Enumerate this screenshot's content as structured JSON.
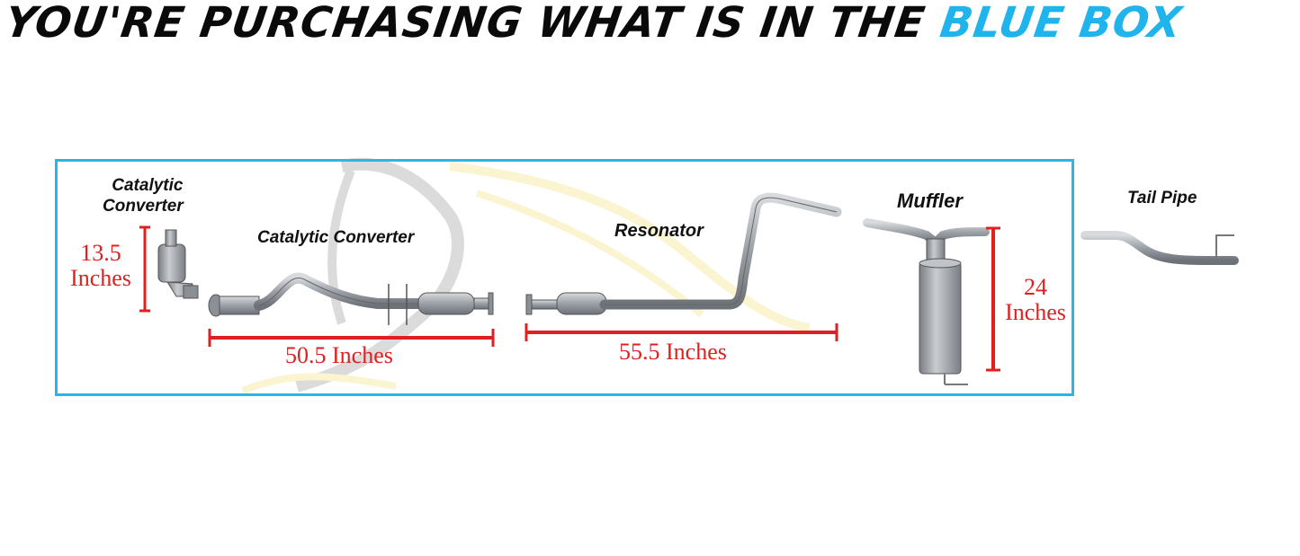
{
  "headline": {
    "main": "YOU'RE PURCHASING WHAT IS IN THE ",
    "accent": "BLUE BOX"
  },
  "parts": {
    "cat_converter_1": {
      "line1": "Catalytic",
      "line2": "Converter"
    },
    "cat_converter_2": "Catalytic Converter",
    "resonator": "Resonator",
    "muffler": "Muffler",
    "tail_pipe": "Tail Pipe"
  },
  "measurements": {
    "cat_height": {
      "value": "13.5",
      "unit": "Inches"
    },
    "cat_pipe_length": "50.5 Inches",
    "resonator_length": "55.5 Inches",
    "muffler_height": {
      "value": "24",
      "unit": "Inches"
    }
  },
  "colors": {
    "accent": "#1fb5ec",
    "box": "#29b6e8",
    "measure": "#e02020",
    "metal": "#9aa0a6"
  }
}
